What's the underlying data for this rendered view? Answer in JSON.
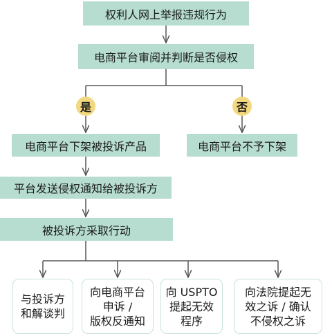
{
  "nodes": {
    "report": "权利人网上举报违规行为",
    "review": "电商平台审阅并判断是否侵权",
    "yes": "是",
    "no": "否",
    "takedown": "电商平台下架被投诉产品",
    "no_takedown": "电商平台不予下架",
    "notify": "平台发送侵权通知给被投诉方",
    "action": "被投诉方采取行动"
  },
  "outcomes": [
    {
      "lines": [
        "与投诉方",
        "和解谈判"
      ]
    },
    {
      "lines": [
        "向电商平台",
        "申诉 /",
        "版权反通知"
      ]
    },
    {
      "lines": [
        "向 USPTO",
        "提起无效",
        "程序"
      ]
    },
    {
      "lines": [
        "向法院提起无",
        "效之诉 / 确认",
        "不侵权之诉"
      ]
    }
  ],
  "colors": {
    "box": "#b7ddd1",
    "badge": "#f2d980",
    "line": "#555555"
  }
}
